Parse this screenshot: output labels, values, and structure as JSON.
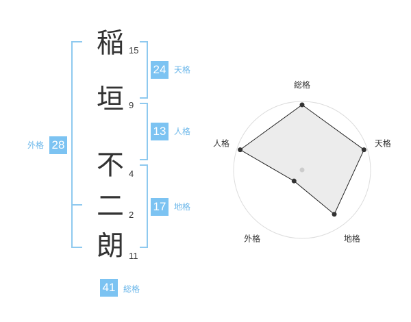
{
  "name": {
    "chars": [
      {
        "char": "稲",
        "strokes": "15"
      },
      {
        "char": "垣",
        "strokes": "9"
      },
      {
        "char": "不",
        "strokes": "4"
      },
      {
        "char": "二",
        "strokes": "2"
      },
      {
        "char": "朗",
        "strokes": "11"
      }
    ]
  },
  "scores": {
    "tenkaku": {
      "value": "24",
      "label": "天格"
    },
    "jinkaku": {
      "value": "13",
      "label": "人格"
    },
    "chikaku": {
      "value": "17",
      "label": "地格"
    },
    "gaikaku": {
      "value": "28",
      "label": "外格"
    },
    "soukaku": {
      "value": "41",
      "label": "総格"
    }
  },
  "colors": {
    "accent": "#7cc3f2",
    "bracket": "#8ec9ef",
    "text": "#333333"
  },
  "chart_data": {
    "type": "radar",
    "axes": [
      "総格",
      "天格",
      "地格",
      "外格",
      "人格"
    ],
    "values": [
      0.95,
      0.95,
      0.8,
      0.2,
      0.95
    ],
    "rings": 5
  }
}
